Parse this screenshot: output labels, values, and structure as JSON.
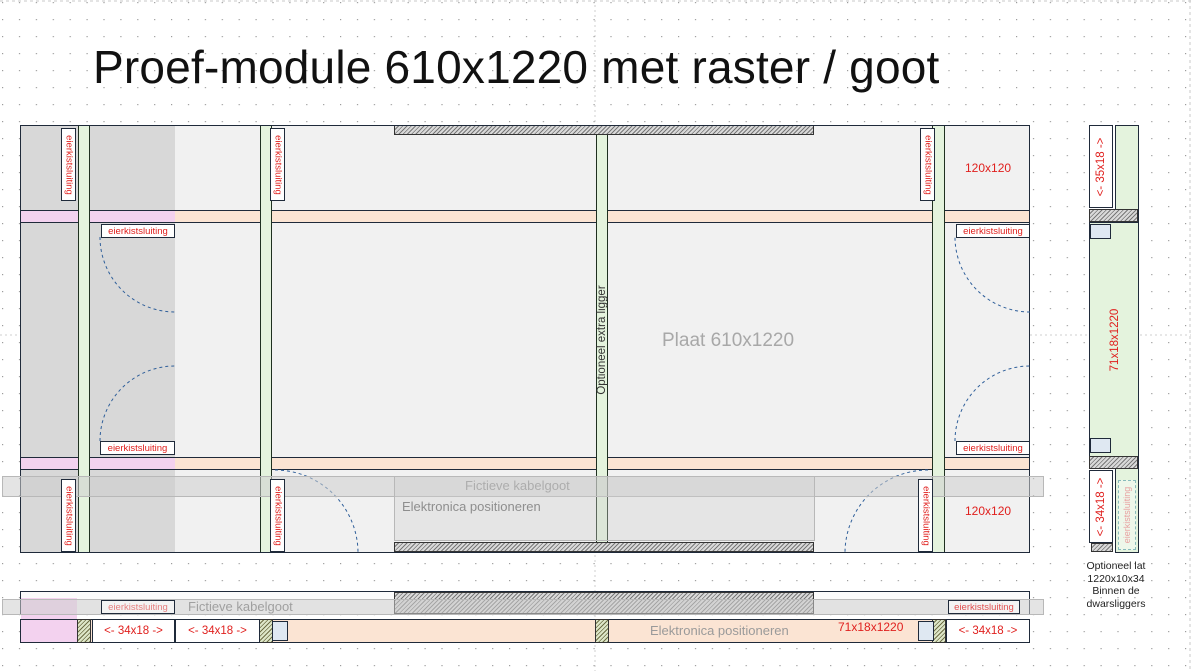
{
  "title": "Proef-module 610x1220 met raster / goot",
  "plate_label": "Plaat 610x1220",
  "extra_ligger_label": "Optioneel extra ligger",
  "kabelgoot_label": "Fictieve kabelgoot",
  "elektronica_label": "Elektronica positioneren",
  "lock_label": "eierkistsluiting",
  "size_120": "120x120",
  "dim_34x18": "<- 34x18 ->",
  "dim_35x18": "<- 35x18 ->",
  "dim_71x18x1220": "71x18x1220",
  "note": [
    "Optioneel lat",
    "1220x10x34",
    "Binnen de",
    "dwarsliggers"
  ],
  "colors": {
    "outline": "#1f2a3a",
    "label_red": "#e0201e",
    "beam_fill": "#fbe4d3",
    "post_fill": "#e4f3dd",
    "pink_fill": "#f3d2ef",
    "plate_fill": "#f1f1f1"
  }
}
